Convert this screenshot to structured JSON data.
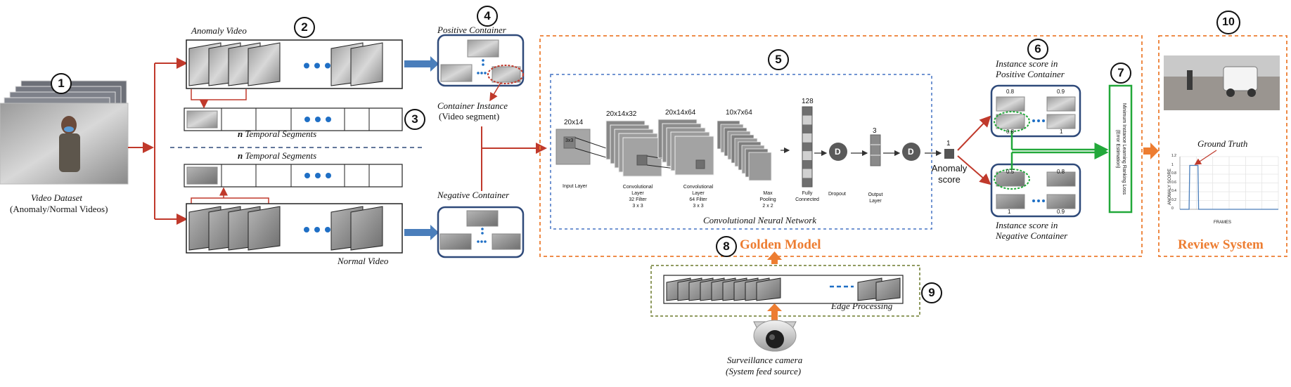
{
  "markers": [
    "1",
    "2",
    "3",
    "4",
    "5",
    "6",
    "7",
    "8",
    "9",
    "10"
  ],
  "dataset": {
    "label_line1": "Video Dataset",
    "label_line2": "(Anomaly/Normal Videos)"
  },
  "anomaly_video": {
    "label": "Anomaly Video"
  },
  "normal_video": {
    "label": "Normal Video"
  },
  "segments": {
    "label_prefix": "n",
    "label_rest": " Temporal Segments"
  },
  "positive_container": {
    "title": "Positive Container",
    "instance_line1": "Container Instance",
    "instance_line2": "(Video segment)"
  },
  "negative_container": {
    "title": "Negative Container"
  },
  "cnn": {
    "caption": "Convolutional Neural Network",
    "layers": [
      {
        "top": "20x14",
        "inner": "3x3",
        "bottom": [
          "Input Layer"
        ]
      },
      {
        "top": "20x14x32",
        "bottom": [
          "Convolutional",
          "Layer",
          "32 Filter",
          "3 x 3"
        ]
      },
      {
        "top": "20x14x64",
        "bottom": [
          "Convolutional",
          "Layer",
          "64 Filter",
          "3 x 3"
        ]
      },
      {
        "top": "10x7x64",
        "bottom": [
          "Max",
          "Pooling",
          "2 x 2"
        ]
      },
      {
        "top": "128",
        "bottom": [
          "Fully",
          "Connected"
        ]
      },
      {
        "top": "",
        "bottom": [
          "Dropout"
        ]
      },
      {
        "top": "3",
        "bottom": [
          "Output",
          "Layer"
        ]
      },
      {
        "top": "1",
        "bottom": []
      }
    ],
    "dropout_symbol": "D",
    "anomaly_score_line1": "Anomaly",
    "anomaly_score_line2": "score"
  },
  "positive_scores": {
    "title_line1": "Instance score in",
    "title_line2": "Positive Container",
    "values": [
      "0.8",
      "0.9",
      "0.8",
      "1"
    ]
  },
  "negative_scores": {
    "title_line1": "Instance score in",
    "title_line2": "Negative Container",
    "values": [
      "0.5",
      "0.8",
      "1",
      "0.9"
    ]
  },
  "loss": {
    "line1": "Minimum Instance Learning Ranking Loss",
    "line2": "(Error Estimation)"
  },
  "golden_model": {
    "label": "Golden Model"
  },
  "edge": {
    "label": "Edge Processing"
  },
  "camera": {
    "line1": "Surveillance camera",
    "line2": "(System feed source)"
  },
  "review": {
    "title": "Review System",
    "ground_truth": "Ground Truth",
    "ylabel": "ANOMALY SCORE",
    "xlabel": "FRAMES",
    "yticks": [
      "1.2",
      "1",
      "0.8",
      "0.6",
      "0.4",
      "0.2",
      "0"
    ]
  },
  "chart_data": {
    "type": "line",
    "xlabel": "FRAMES",
    "ylabel": "ANOMALY SCORE",
    "ylim": [
      0,
      1.2
    ],
    "annotation": "Ground Truth",
    "series": [
      {
        "x": [
          0,
          28,
          30,
          55,
          57,
          300
        ],
        "values": [
          0,
          0,
          1,
          1,
          0,
          0
        ]
      }
    ]
  },
  "colors": {
    "red_arrow": "#c0392b",
    "blue_arrow": "#4a7ebb",
    "orange": "#ed7d31",
    "green": "#22a83a",
    "container_border": "#2f4a7a",
    "cnn_border": "#4472c4"
  }
}
